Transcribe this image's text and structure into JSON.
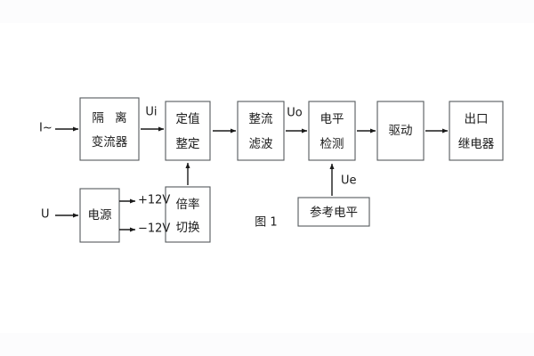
{
  "figure": {
    "caption": "图 1",
    "blocks": [
      {
        "id": "isolation-ct",
        "line1": "隔 离",
        "line2": "变流器"
      },
      {
        "id": "setting-value",
        "line1": "定值",
        "line2": "整定"
      },
      {
        "id": "rectify-filter",
        "line1": "整流",
        "line2": "滤波"
      },
      {
        "id": "level-detect",
        "line1": "电平",
        "line2": "检测"
      },
      {
        "id": "drive",
        "line1": "驱动",
        "line2": ""
      },
      {
        "id": "output-relay",
        "line1": "出口",
        "line2": "继电器"
      },
      {
        "id": "power-supply",
        "line1": "电源",
        "line2": ""
      },
      {
        "id": "multiplier-switch",
        "line1": "倍率",
        "line2": "切换"
      },
      {
        "id": "reference-level",
        "line1": "参考电平",
        "line2": ""
      }
    ],
    "signals": {
      "input_current": "I~",
      "input_voltage": "U",
      "ui": "Ui",
      "uo": "Uo",
      "ue": "Ue",
      "rail_positive": "+12V",
      "rail_negative": "−12V"
    },
    "colors": {
      "background": "#ffffff",
      "block_stroke": "#555a5e",
      "wire": "#1a1a1a",
      "text": "#1a1a1a"
    }
  }
}
